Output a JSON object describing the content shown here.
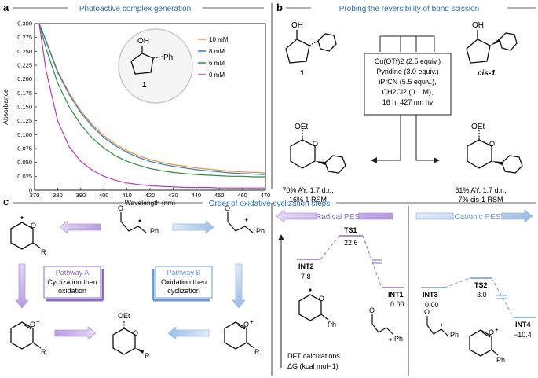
{
  "panel_a": {
    "letter": "a",
    "title": "Photoactive complex generation",
    "compound_label": "1",
    "ph_label": "Ph",
    "oh_label": "OH"
  },
  "panel_b": {
    "letter": "b",
    "title": "Probing the reversibility of bond scission",
    "left_compound": "1",
    "right_compound": "cis-1",
    "conditions": [
      "Cu(OTf)2 (2.5 equiv.)",
      "Pyridine (3.0 equiv.)",
      "iPrCN (5.5 equiv.),",
      "CH2Cl2 (0.1 M),",
      "16 h, 427 nm hv"
    ],
    "oet_label": "OEt",
    "left_result": [
      "70% AY, 1.7 d.r.,",
      "16% 1 RSM"
    ],
    "right_result": [
      "61% AY, 1.7 d.r.,",
      "7% cis-1 RSM"
    ]
  },
  "panel_c": {
    "letter": "c",
    "title": "Order of oxidative cyclization steps",
    "pathway_a": {
      "title": "Pathway A",
      "line1": "Cyclization then",
      "line2": "oxidation"
    },
    "pathway_b": {
      "title": "Pathway B",
      "line1": "Oxidation then",
      "line2": "cyclization"
    },
    "radical_pes": "Radical PES",
    "cationic_pes": "Cationic PES",
    "radical_states": [
      {
        "name": "INT2",
        "energy": "7.8"
      },
      {
        "name": "TS1",
        "energy": "22.6"
      },
      {
        "name": "INT1",
        "energy": "0.00"
      }
    ],
    "cationic_states": [
      {
        "name": "INT3",
        "energy": "0.00"
      },
      {
        "name": "TS2",
        "energy": "3.0"
      },
      {
        "name": "INT4",
        "energy": "−10.4"
      }
    ],
    "dft_note": "DFT calculations",
    "dft_units": "ΔG (kcal mol−1)",
    "r_label": "R",
    "ph_label": "Ph",
    "o_label": "O",
    "oet_label": "OEt"
  },
  "chart_data": {
    "type": "line",
    "xlabel": "Wavelength (nm)",
    "ylabel": "Absorbance",
    "xlim": [
      370,
      470
    ],
    "ylim": [
      0,
      0.3
    ],
    "x_ticks": [
      370,
      380,
      390,
      400,
      410,
      420,
      430,
      440,
      450,
      460,
      470
    ],
    "y_ticks": [
      "0",
      "0.025",
      "0.050",
      "0.075",
      "0.100",
      "0.125",
      "0.150",
      "0.175",
      "0.200",
      "0.225",
      "0.250",
      "0.275",
      "0.300"
    ],
    "x": [
      372,
      375,
      380,
      385,
      390,
      395,
      400,
      405,
      410,
      415,
      420,
      425,
      430,
      435,
      440,
      445,
      450,
      455,
      460,
      465,
      470
    ],
    "series": [
      {
        "name": "10 mM",
        "color": "#f08a3c",
        "values": [
          0.3,
          0.27,
          0.215,
          0.175,
          0.143,
          0.118,
          0.098,
          0.083,
          0.071,
          0.062,
          0.055,
          0.05,
          0.046,
          0.043,
          0.04,
          0.038,
          0.036,
          0.034,
          0.033,
          0.032,
          0.031
        ]
      },
      {
        "name": "8 mM",
        "color": "#2b7ec1",
        "values": [
          0.3,
          0.268,
          0.212,
          0.172,
          0.14,
          0.115,
          0.095,
          0.08,
          0.068,
          0.059,
          0.052,
          0.047,
          0.043,
          0.04,
          0.037,
          0.035,
          0.033,
          0.031,
          0.03,
          0.029,
          0.028
        ]
      },
      {
        "name": "6 mM",
        "color": "#2e8b3e",
        "values": [
          0.3,
          0.255,
          0.193,
          0.15,
          0.118,
          0.094,
          0.076,
          0.062,
          0.052,
          0.045,
          0.039,
          0.035,
          0.032,
          0.03,
          0.028,
          0.027,
          0.026,
          0.025,
          0.025,
          0.024,
          0.024
        ]
      },
      {
        "name": "0 mM",
        "color": "#b23ab8",
        "values": [
          0.3,
          0.215,
          0.125,
          0.078,
          0.052,
          0.036,
          0.025,
          0.018,
          0.013,
          0.01,
          0.008,
          0.007,
          0.006,
          0.005,
          0.005,
          0.005,
          0.004,
          0.004,
          0.004,
          0.004,
          0.004
        ]
      }
    ]
  }
}
